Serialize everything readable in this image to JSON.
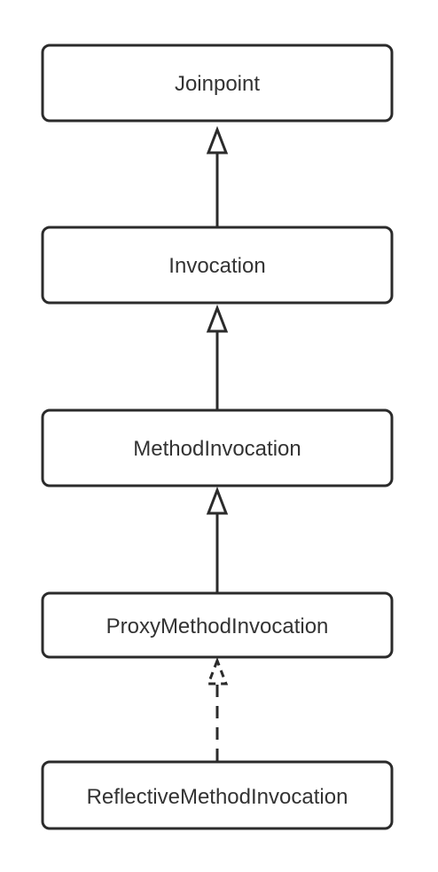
{
  "diagram": {
    "nodes": [
      {
        "id": "joinpoint",
        "label": "Joinpoint"
      },
      {
        "id": "invocation",
        "label": "Invocation"
      },
      {
        "id": "method-invocation",
        "label": "MethodInvocation"
      },
      {
        "id": "proxy-method-invocation",
        "label": "ProxyMethodInvocation"
      },
      {
        "id": "reflective-method-invocation",
        "label": "ReflectiveMethodInvocation"
      }
    ],
    "edges": [
      {
        "from": "invocation",
        "to": "joinpoint",
        "kind": "generalization",
        "style": "solid"
      },
      {
        "from": "method-invocation",
        "to": "invocation",
        "kind": "generalization",
        "style": "solid"
      },
      {
        "from": "proxy-method-invocation",
        "to": "method-invocation",
        "kind": "generalization",
        "style": "solid"
      },
      {
        "from": "reflective-method-invocation",
        "to": "proxy-method-invocation",
        "kind": "realization",
        "style": "dashed"
      }
    ],
    "colors": {
      "stroke": "#2b2b2b",
      "text": "#333333",
      "background": "#ffffff"
    }
  }
}
